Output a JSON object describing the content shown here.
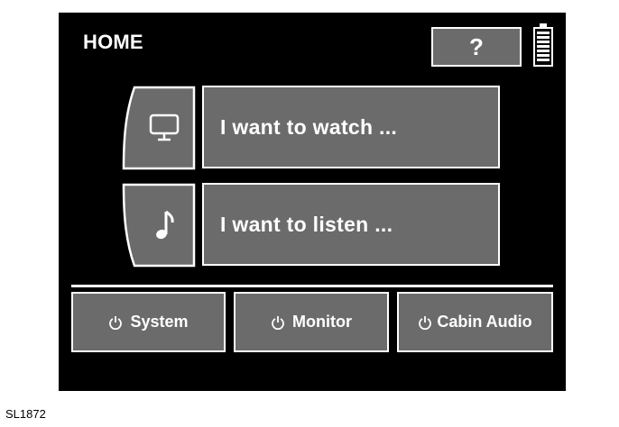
{
  "header": {
    "title": "HOME",
    "help_label": "?"
  },
  "actions": {
    "watch_label": "I want to watch ...",
    "listen_label": "I want to listen ..."
  },
  "bottom": {
    "system_label": "System",
    "monitor_label": "Monitor",
    "cabin_audio_label": "Cabin Audio"
  },
  "icons": {
    "watch_tab": "monitor-icon",
    "listen_tab": "music-note-icon",
    "status": "battery-icon",
    "power": "power-icon"
  },
  "colors": {
    "screen_background": "#000000",
    "button_fill": "#6b6b6b",
    "button_border": "#ffffff",
    "text": "#ffffff"
  },
  "caption": "SL1872"
}
